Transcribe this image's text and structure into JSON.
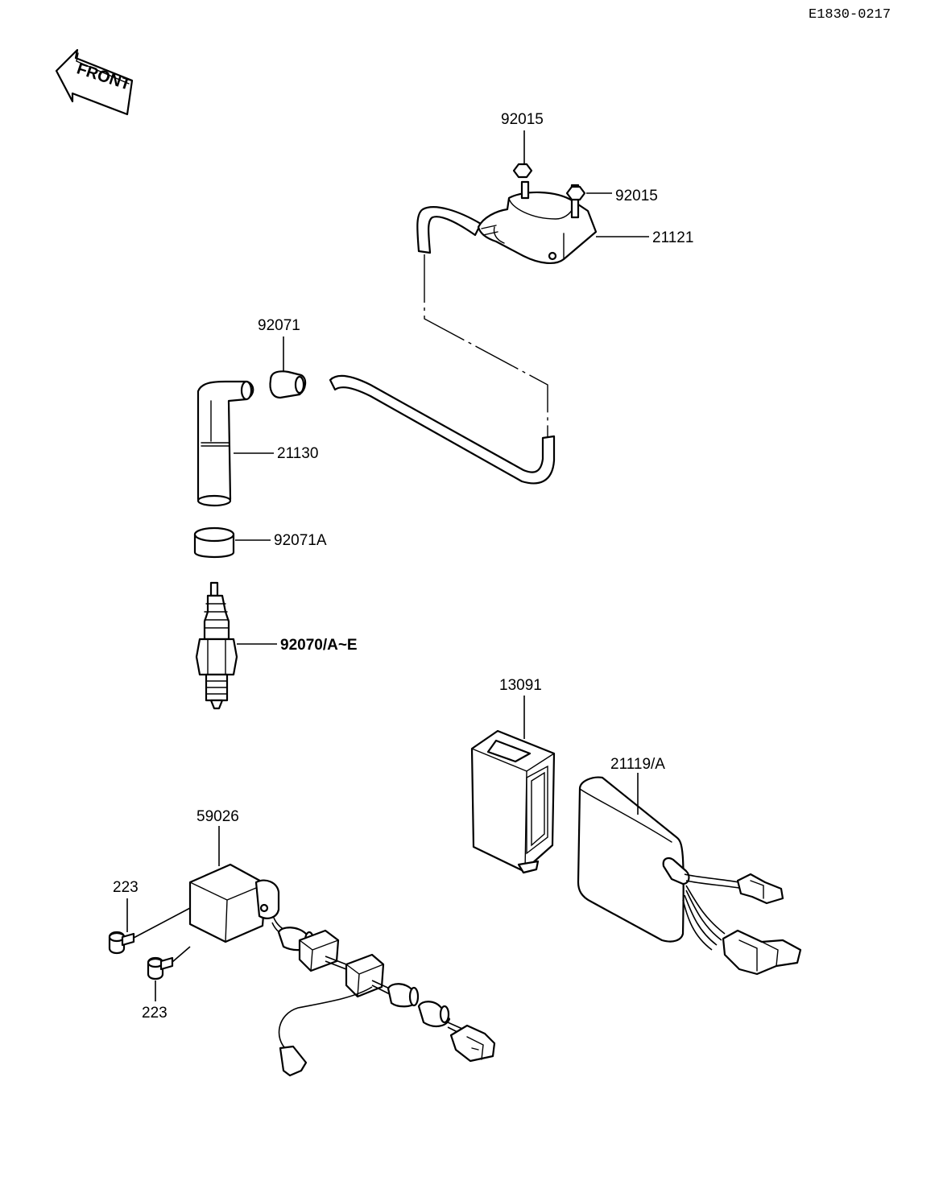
{
  "diagram": {
    "ref_code": "E1830-0217",
    "front_label": "FRONT",
    "parts": [
      {
        "id": "p92015a",
        "number": "92015",
        "name": "nut"
      },
      {
        "id": "p92015b",
        "number": "92015",
        "name": "nut"
      },
      {
        "id": "p21121",
        "number": "21121",
        "name": "ignition-coil"
      },
      {
        "id": "p92071",
        "number": "92071",
        "name": "cap"
      },
      {
        "id": "p21130",
        "number": "21130",
        "name": "plug-cap"
      },
      {
        "id": "p92071A",
        "number": "92071A",
        "name": "seal"
      },
      {
        "id": "p92070",
        "number": "92070/A~E",
        "name": "spark-plug"
      },
      {
        "id": "p13091",
        "number": "13091",
        "name": "bracket-boot"
      },
      {
        "id": "p21119",
        "number": "21119/A",
        "name": "cdi-unit"
      },
      {
        "id": "p59026",
        "number": "59026",
        "name": "pulser-harness"
      },
      {
        "id": "p223a",
        "number": "223",
        "name": "bolt"
      },
      {
        "id": "p223b",
        "number": "223",
        "name": "bolt"
      }
    ]
  }
}
